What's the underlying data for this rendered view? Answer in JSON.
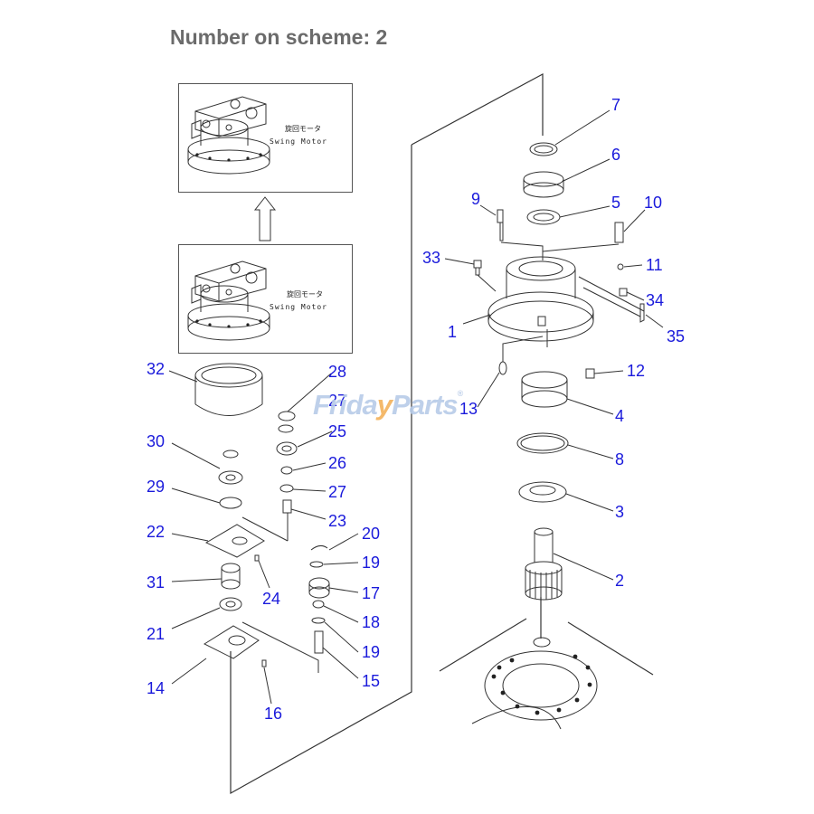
{
  "title": "Number on scheme: 2",
  "watermark": {
    "part1": "Frida",
    "part2": "y",
    "part3": "Parts",
    "mark": "®"
  },
  "inset_labels": {
    "japanese": "旋回モータ",
    "english": "Swing Motor"
  },
  "callouts": [
    "1",
    "2",
    "3",
    "4",
    "5",
    "6",
    "7",
    "8",
    "9",
    "10",
    "11",
    "12",
    "13",
    "14",
    "15",
    "16",
    "17",
    "18",
    "19",
    "19",
    "20",
    "21",
    "22",
    "23",
    "24",
    "25",
    "26",
    "27",
    "27",
    "28",
    "29",
    "30",
    "31",
    "32",
    "33",
    "34",
    "35"
  ],
  "colors": {
    "callout": "#1a1adb",
    "title": "#6b6b6b",
    "line": "#333333"
  }
}
